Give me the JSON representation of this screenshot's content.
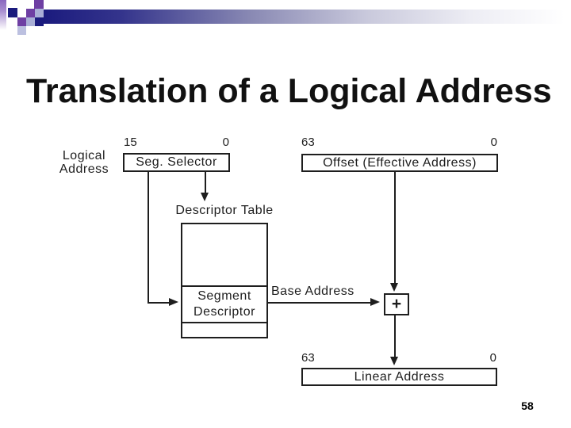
{
  "slide": {
    "title": "Translation of a Logical Address",
    "page_number": "58"
  },
  "theme": {
    "navy": "#1b1b7e",
    "purple": "#6e3fa3",
    "periwinkle": "#a9aed6",
    "diagram_ink": "#1e1e1e"
  },
  "diagram": {
    "logical_address_label": "Logical\nAddress",
    "seg_selector": {
      "bit_high": "15",
      "bit_low": "0",
      "label": "Seg. Selector"
    },
    "offset": {
      "bit_high": "63",
      "bit_low": "0",
      "label": "Offset (Effective Address)"
    },
    "descriptor_table_label": "Descriptor Table",
    "segment_descriptor_label": "Segment\nDescriptor",
    "base_address_label": "Base Address",
    "plus_label": "+",
    "linear": {
      "bit_high": "63",
      "bit_low": "0",
      "label": "Linear Address"
    }
  }
}
